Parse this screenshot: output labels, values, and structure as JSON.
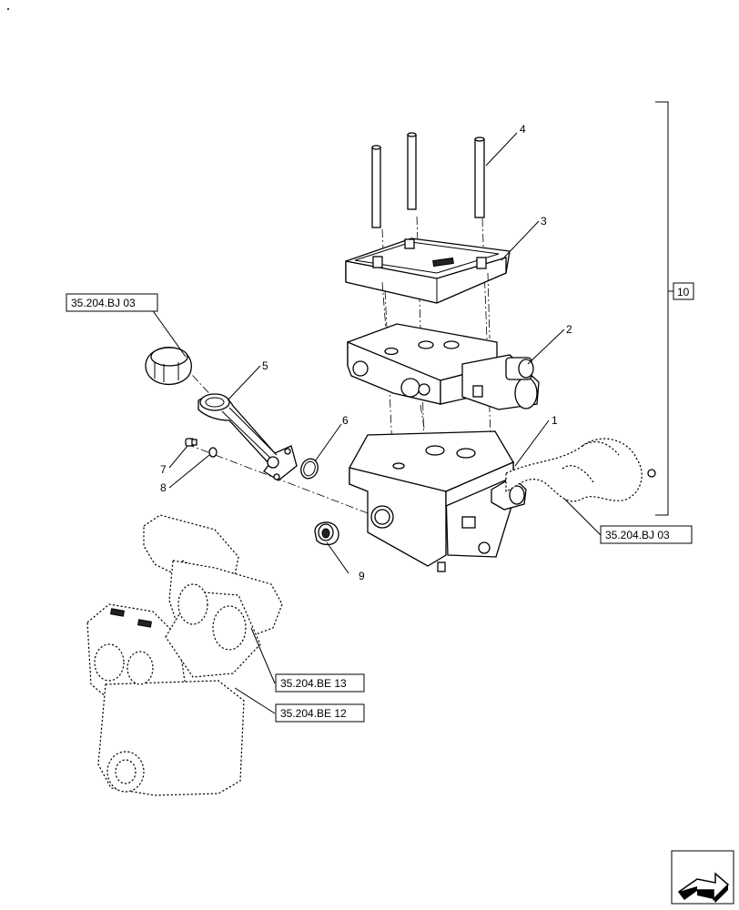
{
  "callouts": [
    {
      "id": "4",
      "label": "4"
    },
    {
      "id": "3",
      "label": "3"
    },
    {
      "id": "2",
      "label": "2"
    },
    {
      "id": "5",
      "label": "5"
    },
    {
      "id": "6",
      "label": "6"
    },
    {
      "id": "1",
      "label": "1"
    },
    {
      "id": "7",
      "label": "7"
    },
    {
      "id": "8",
      "label": "8"
    },
    {
      "id": "9",
      "label": "9"
    },
    {
      "id": "10",
      "label": "10"
    }
  ],
  "references": [
    {
      "id": "ref-top-left",
      "label": "35.204.BJ 03"
    },
    {
      "id": "ref-right",
      "label": "35.204.BJ 03"
    },
    {
      "id": "ref-be13",
      "label": "35.204.BE 13"
    },
    {
      "id": "ref-be12",
      "label": "35.204.BE 12"
    }
  ],
  "nav": {
    "icon": "next-page-arrow-icon"
  }
}
